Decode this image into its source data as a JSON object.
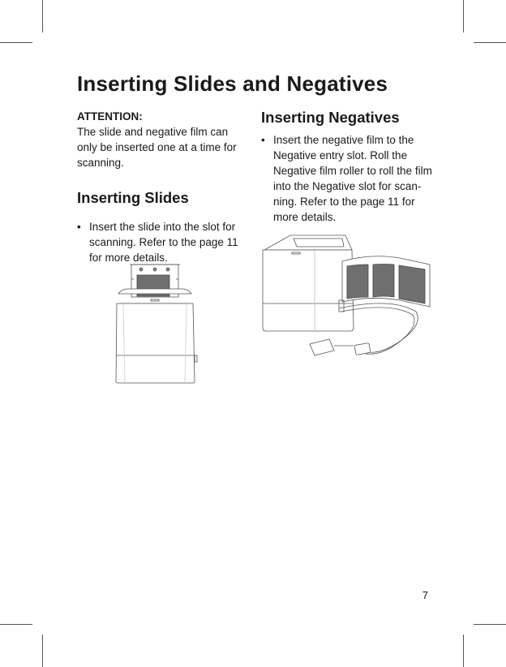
{
  "title": "Inserting Slides and Negatives",
  "left": {
    "attention_label": "ATTENTION:",
    "attention_text_lines": [
      "The slide and negative film can",
      "only be inserted one at a time for",
      "scanning."
    ],
    "heading": "Inserting Slides",
    "bullet_marker": "•",
    "bullet_lines": [
      "Insert the slide into the slot for",
      "scanning. Refer to the page 11",
      "for more details."
    ]
  },
  "right": {
    "heading": "Inserting Negatives",
    "bullet_marker": "•",
    "bullet_lines": [
      "Insert the negative film to the",
      "Negative entry slot. Roll the",
      "Negative film roller to roll the film",
      "into the Negative slot for scan-",
      "ning. Refer to the page 11 for",
      "more details."
    ]
  },
  "page_number": "7"
}
